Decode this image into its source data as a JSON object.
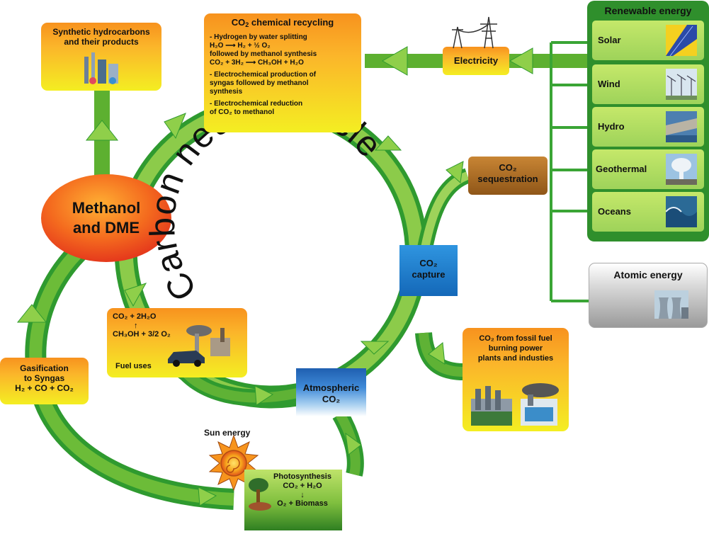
{
  "center_title": "Carbon neutral cycle",
  "recycling": {
    "title_prefix": "CO",
    "title_sub": "2",
    "title_suffix": " chemical recycling",
    "item1_l1": "- Hydrogen by water splitting",
    "item1_l2": "H₂O ⟶ H₂ + ½ O₂",
    "item1_l3": "followed by methanol synthesis",
    "item1_l4": "CO₂ + 3H₂ ⟶ CH₃OH + H₂O",
    "item2_l1": "- Electrochemical production of",
    "item2_l2": "syngas followed by methanol",
    "item2_l3": "synthesis",
    "item3_l1": "- Electrochemical reduction",
    "item3_l2": "of CO₂ to methanol"
  },
  "synthetic": {
    "line1": "Synthetic hydrocarbons",
    "line2": "and their products"
  },
  "electricity": "Electricity",
  "renewable": {
    "title": "Renewable energy",
    "items": [
      "Solar",
      "Wind",
      "Hydro",
      "Geothermal",
      "Oceans"
    ]
  },
  "atomic": "Atomic energy",
  "sequestration": {
    "line1": "CO₂",
    "line2": "sequestration"
  },
  "capture": {
    "line1": "CO₂",
    "line2": "capture"
  },
  "methanol": {
    "line1": "Methanol",
    "line2": "and DME"
  },
  "fuel": {
    "line1": "CO₂ + 2H₂O",
    "arrow": "↑",
    "line2": "CH₃OH + 3/2 O₂",
    "label": "Fuel uses"
  },
  "gasification": {
    "line1": "Gasification",
    "line2": "to Syngas",
    "line3": "H₂ + CO + CO₂"
  },
  "atmospheric": {
    "line1": "Atmospheric",
    "line2": "CO₂"
  },
  "fossil": {
    "line1": "CO₂ from fossil fuel",
    "line2": "burning power",
    "line3": "plants and industies"
  },
  "sun": "Sun energy",
  "photosynthesis": {
    "title": "Photosynthesis",
    "line1": "CO₂ + H₂O",
    "arrow": "↓",
    "line2": "O₂ + Biomass"
  },
  "colors": {
    "arrow_green": "#5db030",
    "light_green": "#9ed35a",
    "dark_green": "#2f8f2c",
    "orange": "#f7921e",
    "yellow": "#f4ee22",
    "blue": "#1a7fd0",
    "brown": "#a0611e"
  }
}
